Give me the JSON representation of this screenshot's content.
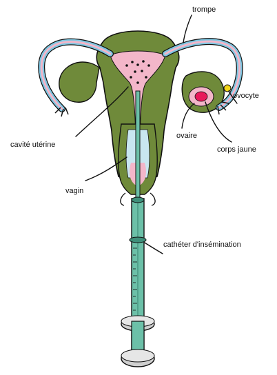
{
  "labels": {
    "trompe": "trompe",
    "ovocyte": "ovocyte",
    "cavite": "cavité utérine",
    "ovaire": "ovaire",
    "corps_jaune": "corps jaune",
    "vagin": "vagin",
    "catheter": "cathéter d'insémination"
  },
  "colors": {
    "muscle": "#6f8a3a",
    "muscle_dark": "#4f6a24",
    "tube_blue": "#7fc7e2",
    "pink": "#f3b6c9",
    "corpus_luteum": "#e8195b",
    "oocyte": "#f2d51a",
    "catheter": "#6cc0a8",
    "catheter_dark": "#3f8f7a",
    "outline": "#111111"
  }
}
